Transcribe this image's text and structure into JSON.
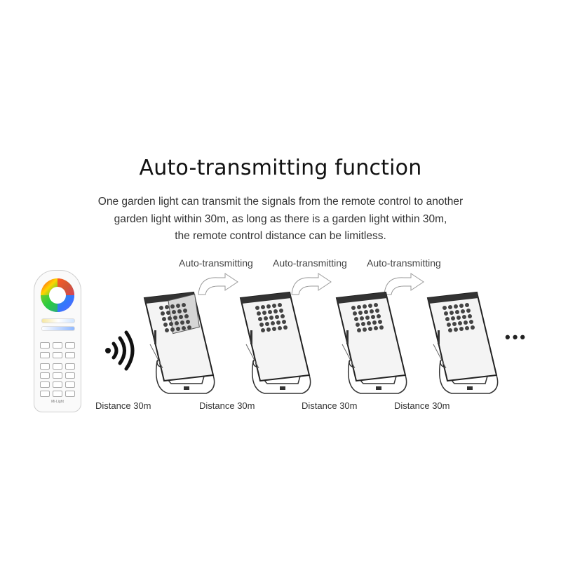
{
  "title": "Auto-transmitting function",
  "description": [
    "One garden light can transmit the signals from the remote control to another",
    "garden light within 30m, as long as there is a garden light within 30m,",
    "the remote control distance can be limitless."
  ],
  "auto_labels": [
    "Auto-transmitting",
    "Auto-transmitting",
    "Auto-transmitting"
  ],
  "distance_labels": [
    "Distance 30m",
    "Distance 30m",
    "Distance 30m",
    "Distance 30m"
  ],
  "remote_brand": "Mi·Light",
  "ellipsis": "•••",
  "icons": [
    "remote-control-icon",
    "wireless-signal-icon",
    "curved-arrow-icon",
    "garden-floodlight-icon"
  ]
}
